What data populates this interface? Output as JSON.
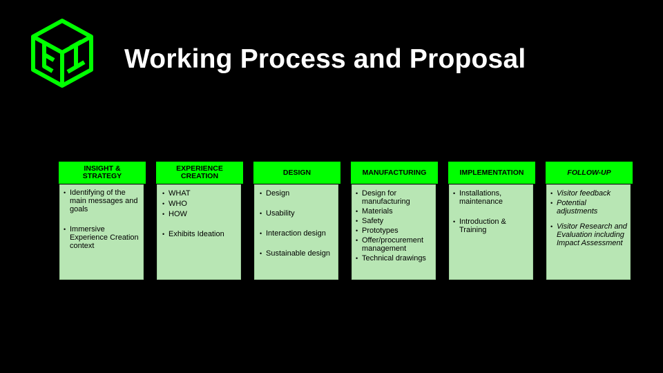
{
  "slide": {
    "title": "Working Process and Proposal",
    "accent_color": "#00ff00",
    "card_color": "#b8e6b4",
    "background_color": "#000000",
    "logo_icon": "hexagonal-cube-logo-icon"
  },
  "columns": [
    {
      "header": "INSIGHT  &\nSTRATEGY",
      "items": [
        "Identifying of the main messages and goals",
        "Immersive Experience Creation context"
      ]
    },
    {
      "header": "EXPERIENCE\nCREATION",
      "items": [
        "WHAT",
        "WHO",
        "HOW",
        "Exhibits Ideation"
      ]
    },
    {
      "header": "DESIGN",
      "items": [
        "Design",
        "Usability",
        "Interaction design",
        "Sustainable design"
      ]
    },
    {
      "header": "MANUFACTURING",
      "items": [
        "Design for manufacturing",
        "Materials",
        "Safety",
        "Prototypes",
        "Offer/procurement management",
        "Technical drawings"
      ]
    },
    {
      "header": "IMPLEMENTATION",
      "items": [
        "Installations, maintenance",
        "Introduction & Training"
      ]
    },
    {
      "header": "FOLLOW-UP",
      "items": [
        "Visitor feedback",
        "Potential adjustments",
        "Visitor Research and Evaluation including Impact Assessment"
      ]
    }
  ]
}
